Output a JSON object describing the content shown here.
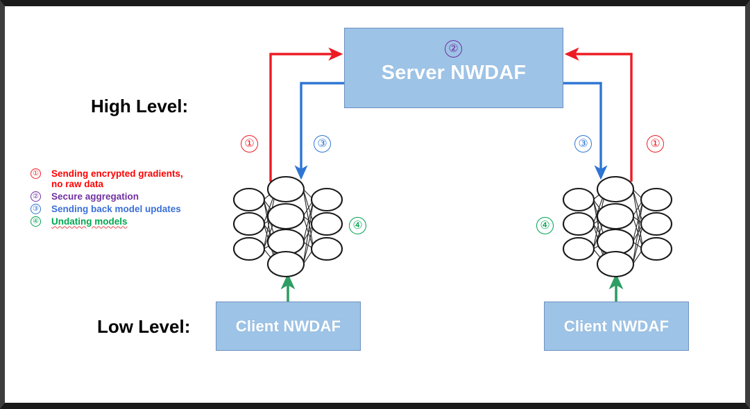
{
  "diagram": {
    "title_high": "High Level:",
    "title_low": "Low Level:",
    "colors": {
      "box_fill": "#9DC3E6",
      "box_border": "#6E8FC0",
      "red": "#ED1C24",
      "blue": "#2E75D4",
      "green": "#00A050",
      "purple": "#7030A0",
      "frame": "#1a1a1a",
      "background": "#FFFFFF"
    },
    "nodes": {
      "server": {
        "label": "Server NWDAF",
        "marker": "②"
      },
      "client_left": {
        "label": "Client NWDAF"
      },
      "client_right": {
        "label": "Client NWDAF"
      }
    },
    "neural_network": {
      "layers": [
        3,
        4,
        3
      ],
      "node_shape": "ellipse",
      "stroke": "#1a1a1a"
    },
    "step_markers": {
      "one": "①",
      "two": "②",
      "three": "③",
      "four": "④"
    },
    "legend": {
      "items": [
        {
          "marker": "①",
          "text": "Sending encrypted gradients,",
          "text2": "no raw data",
          "color": "#FF0000"
        },
        {
          "marker": "②",
          "text": "Secure aggregation",
          "color": "#7030A0"
        },
        {
          "marker": "③",
          "text": "Sending back model updates",
          "color": "#3A6FD8"
        },
        {
          "marker": "④",
          "text": "Undating models",
          "color": "#00A84F"
        }
      ]
    },
    "arrows": [
      {
        "name": "gradients-up-left",
        "step": "①",
        "color": "#ED1C24",
        "from": "left-network",
        "to": "server"
      },
      {
        "name": "gradients-up-right",
        "step": "①",
        "color": "#ED1C24",
        "from": "right-network",
        "to": "server"
      },
      {
        "name": "updates-down-left",
        "step": "③",
        "color": "#2E75D4",
        "from": "server",
        "to": "left-network"
      },
      {
        "name": "updates-down-right",
        "step": "③",
        "color": "#2E75D4",
        "from": "server",
        "to": "right-network"
      },
      {
        "name": "update-model-left",
        "step": "④",
        "color": "#00A050",
        "from": "client-left",
        "to": "left-network"
      },
      {
        "name": "update-model-right",
        "step": "④",
        "color": "#00A050",
        "from": "client-right",
        "to": "right-network"
      }
    ]
  }
}
